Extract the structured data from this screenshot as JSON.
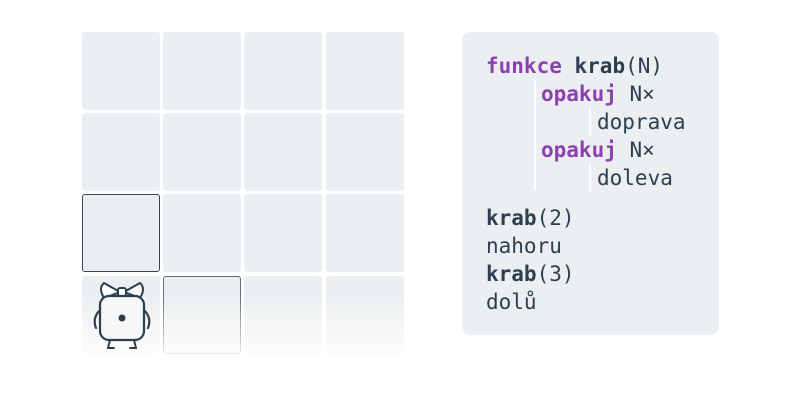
{
  "code": {
    "def_keyword": "funkce",
    "def_name": "krab",
    "def_params": "(N)",
    "loop1_keyword": "opakuj",
    "loop1_count": "N×",
    "loop1_body": "doprava",
    "loop2_keyword": "opakuj",
    "loop2_count": "N×",
    "loop2_body": "doleva",
    "call1_name": "krab",
    "call1_args": "(2)",
    "step1": "nahoru",
    "call2_name": "krab",
    "call2_args": "(3)",
    "step2": "dolů"
  },
  "colors": {
    "keyword": "#8e3fb0",
    "text": "#2c3e50",
    "cell": "#eceff1",
    "outline": "#37474f"
  },
  "icons": {
    "robot": "robot-with-bow-icon"
  }
}
